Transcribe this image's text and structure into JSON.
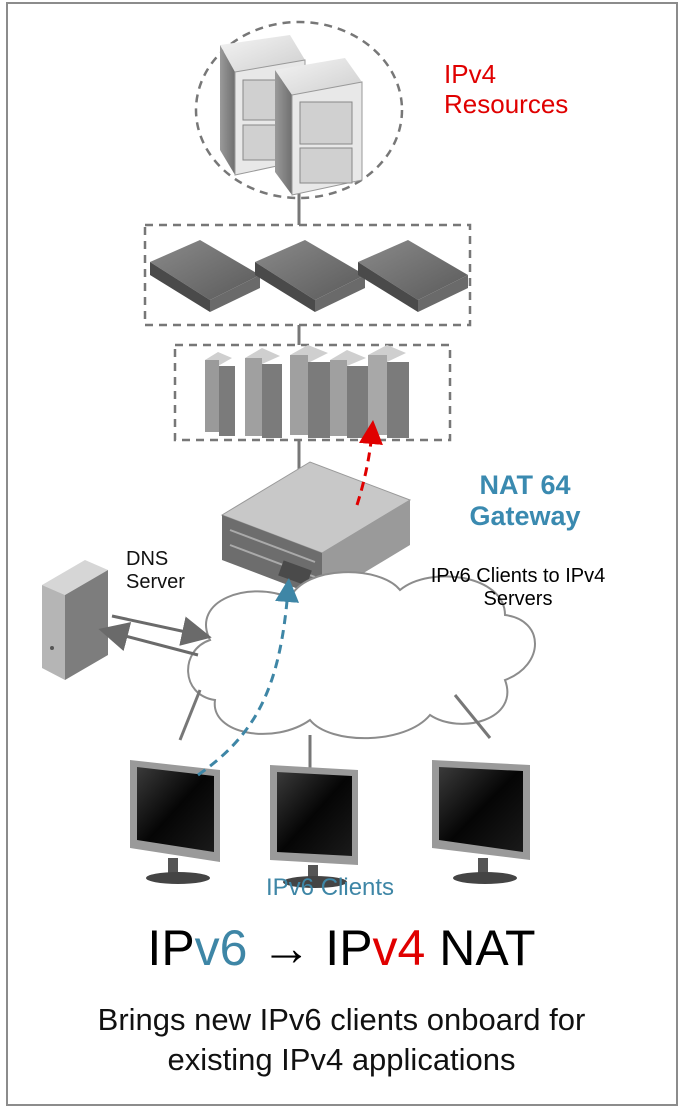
{
  "labels": {
    "ipv4_resources_line1": "IPv4",
    "ipv4_resources_line2": "Resources",
    "nat_gateway_line1": "NAT 64",
    "nat_gateway_line2": "Gateway",
    "dns_line1": "DNS",
    "dns_line2": "Server",
    "ipv6_to_ipv4_line1": "IPv6 Clients to IPv4",
    "ipv6_to_ipv4_line2": "Servers",
    "ipv6_clients": "IPv6 Clients"
  },
  "headline": {
    "ip_a": "IP",
    "v6": "v6",
    "arrow": "→",
    "ip_b": "IP",
    "v4": "v4",
    "nat": "NAT"
  },
  "subtitle": {
    "line1": "Brings new IPv6 clients onboard for",
    "line2": "existing IPv4 applications"
  },
  "colors": {
    "ipv4_red": "#e00000",
    "ipv6_blue": "#3e86a6",
    "gateway_blue": "#3a8ab0"
  }
}
